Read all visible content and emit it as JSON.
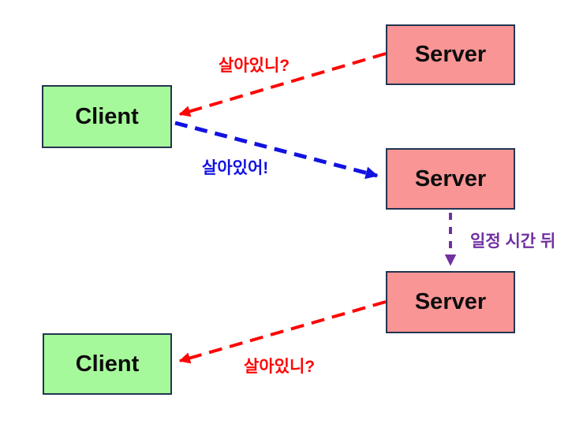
{
  "diagram": {
    "background": "#ffffff",
    "colors": {
      "client_fill": "#a6f99b",
      "server_fill": "#f99595",
      "box_border": "#223550",
      "edge_red": "#fe0505",
      "edge_blue": "#1212e0",
      "edge_purple": "#7030a0",
      "node_text": "#0d0d0d"
    },
    "nodes": [
      {
        "id": "client-top",
        "label": "Client"
      },
      {
        "id": "server-top",
        "label": "Server"
      },
      {
        "id": "server-middle",
        "label": "Server"
      },
      {
        "id": "server-bottom",
        "label": "Server"
      },
      {
        "id": "client-bottom",
        "label": "Client"
      }
    ],
    "edges": [
      {
        "id": "server-top-to-client-top",
        "label": "살아있니?",
        "color": "#fe0505",
        "style": "dashed",
        "from": "server-top",
        "to": "client-top"
      },
      {
        "id": "client-top-to-server-middle",
        "label": "살아있어!",
        "color": "#1212e0",
        "style": "dashed",
        "from": "client-top",
        "to": "server-middle"
      },
      {
        "id": "server-middle-to-server-bottom",
        "label": "일정 시간 뒤",
        "color": "#7030a0",
        "style": "dashed",
        "from": "server-middle",
        "to": "server-bottom"
      },
      {
        "id": "server-bottom-to-client-bottom",
        "label": "살아있니?",
        "color": "#fe0505",
        "style": "dashed",
        "from": "server-bottom",
        "to": "client-bottom"
      }
    ]
  }
}
